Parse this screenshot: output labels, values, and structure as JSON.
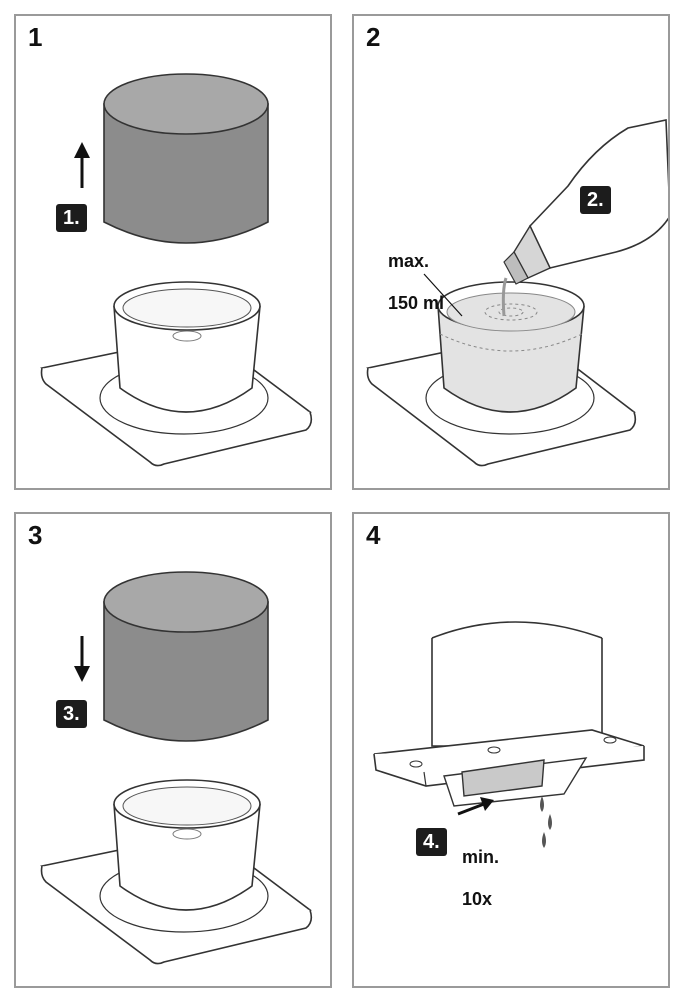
{
  "panels": [
    {
      "number": "1",
      "step_badge": "1."
    },
    {
      "number": "2",
      "step_badge": "2.",
      "fill_label_line1": "max.",
      "fill_label_line2": "150 ml"
    },
    {
      "number": "3",
      "step_badge": "3."
    },
    {
      "number": "4",
      "step_badge": "4.",
      "repeat_label_line1": "min.",
      "repeat_label_line2": "10x"
    }
  ],
  "colors": {
    "shade_dark": "#8c8c8c",
    "shade_top": "#a8a8a8",
    "water": "#e3e3e3",
    "badge_bg": "#1c1c1c",
    "border": "#9a9a9a"
  }
}
